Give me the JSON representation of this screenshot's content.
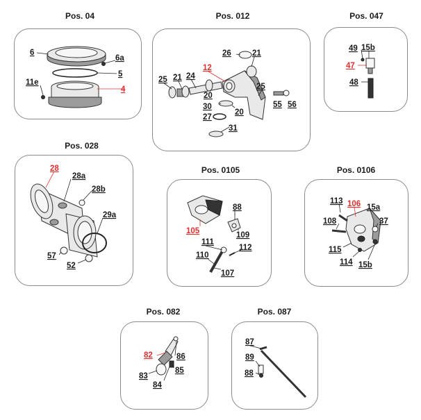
{
  "colors": {
    "highlight": "#e03030",
    "ink": "#1a1a1a",
    "border": "#8a8a8a"
  },
  "panels": [
    {
      "id": "p04",
      "title": "Pos. 04",
      "labels": [
        {
          "text": "6",
          "red": false
        },
        {
          "text": "6a",
          "red": false
        },
        {
          "text": "5",
          "red": false
        },
        {
          "text": "11e",
          "red": false
        },
        {
          "text": "4",
          "red": true
        }
      ]
    },
    {
      "id": "p012",
      "title": "Pos. 012",
      "labels": [
        {
          "text": "26",
          "red": false
        },
        {
          "text": "21",
          "red": false
        },
        {
          "text": "12",
          "red": true
        },
        {
          "text": "25",
          "red": false
        },
        {
          "text": "21",
          "red": false
        },
        {
          "text": "24",
          "red": false
        },
        {
          "text": "25",
          "red": false
        },
        {
          "text": "20",
          "red": false
        },
        {
          "text": "55",
          "red": false
        },
        {
          "text": "56",
          "red": false
        },
        {
          "text": "30",
          "red": false
        },
        {
          "text": "20",
          "red": false
        },
        {
          "text": "27",
          "red": false
        },
        {
          "text": "31",
          "red": false
        }
      ]
    },
    {
      "id": "p047",
      "title": "Pos. 047",
      "labels": [
        {
          "text": "49",
          "red": false
        },
        {
          "text": "15b",
          "red": false
        },
        {
          "text": "47",
          "red": true
        },
        {
          "text": "48",
          "red": false
        }
      ]
    },
    {
      "id": "p028",
      "title": "Pos. 028",
      "labels": [
        {
          "text": "28",
          "red": true
        },
        {
          "text": "28a",
          "red": false
        },
        {
          "text": "28b",
          "red": false
        },
        {
          "text": "29a",
          "red": false
        },
        {
          "text": "57",
          "red": false
        },
        {
          "text": "52",
          "red": false
        }
      ]
    },
    {
      "id": "p0105",
      "title": "Pos. 0105",
      "labels": [
        {
          "text": "88",
          "red": false
        },
        {
          "text": "105",
          "red": true
        },
        {
          "text": "109",
          "red": false
        },
        {
          "text": "111",
          "red": false
        },
        {
          "text": "112",
          "red": false
        },
        {
          "text": "110",
          "red": false
        },
        {
          "text": "107",
          "red": false
        }
      ]
    },
    {
      "id": "p0106",
      "title": "Pos. 0106",
      "labels": [
        {
          "text": "113",
          "red": false
        },
        {
          "text": "106",
          "red": true
        },
        {
          "text": "15a",
          "red": false
        },
        {
          "text": "108",
          "red": false
        },
        {
          "text": "37",
          "red": false
        },
        {
          "text": "115",
          "red": false
        },
        {
          "text": "114",
          "red": false
        },
        {
          "text": "15b",
          "red": false
        }
      ]
    },
    {
      "id": "p082",
      "title": "Pos. 082",
      "labels": [
        {
          "text": "82",
          "red": true
        },
        {
          "text": "86",
          "red": false
        },
        {
          "text": "85",
          "red": false
        },
        {
          "text": "83",
          "red": false
        },
        {
          "text": "84",
          "red": false
        }
      ]
    },
    {
      "id": "p087",
      "title": "Pos. 087",
      "labels": [
        {
          "text": "87",
          "red": false
        },
        {
          "text": "89",
          "red": false
        },
        {
          "text": "88",
          "red": false
        }
      ]
    }
  ]
}
